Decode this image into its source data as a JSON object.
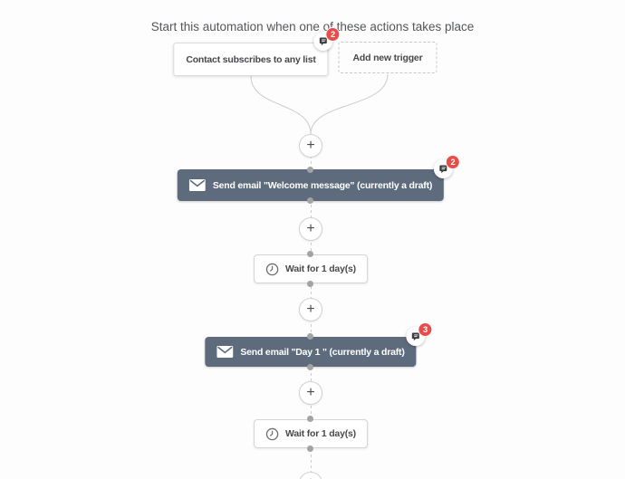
{
  "header": {
    "title": "Start this automation when one of these actions takes place"
  },
  "triggers": {
    "contact": {
      "label": "Contact subscribes to any list",
      "comment_count": "2"
    },
    "add": {
      "label": "Add new trigger"
    }
  },
  "nodes": {
    "email_welcome": {
      "type": "email",
      "label": "Send email \"Welcome message\" (currently a draft)",
      "comment_count": "2"
    },
    "wait_first": {
      "type": "delay",
      "label": "Wait for 1 day(s)"
    },
    "email_day1": {
      "type": "email",
      "label": "Send email \"Day 1 \" (currently a draft)",
      "comment_count": "3"
    },
    "wait_second": {
      "type": "delay",
      "label": "Wait for 1 day(s)"
    }
  },
  "connectors": {
    "add_step_label": "+"
  },
  "icons": {
    "email": "envelope-icon",
    "delay": "clock-icon",
    "comments": "note-icon",
    "add_step": "plus-icon"
  },
  "colors": {
    "node_dark": "#5e6b7d",
    "badge_red": "#e94d4a",
    "wire": "#cccccc",
    "dot": "#a3a3a3",
    "background": "#fdfdfd"
  }
}
